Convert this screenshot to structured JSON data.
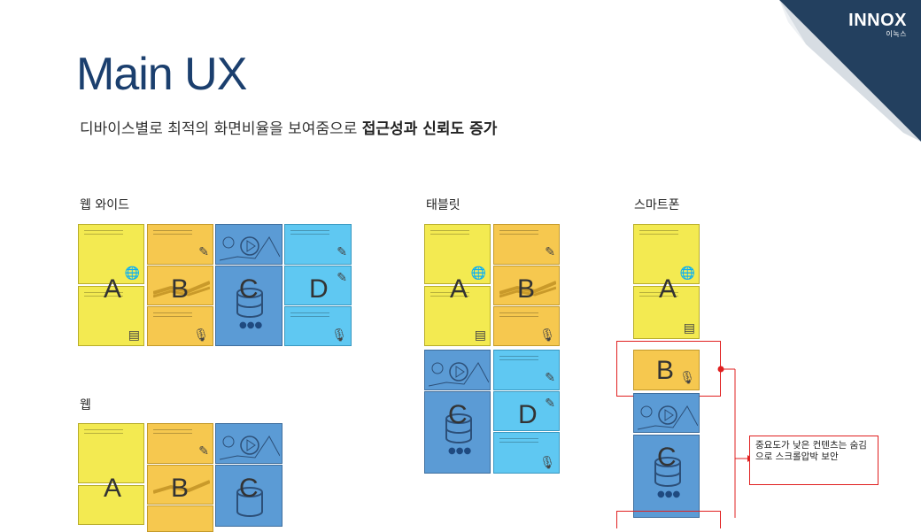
{
  "title": "Main UX",
  "subtitle": {
    "normal": "디바이스별로 최적의 화면비율을 보여줌으로 ",
    "bold": "접근성과 신뢰도 증가"
  },
  "logo": {
    "name": "INNOX",
    "sub": "이녹스"
  },
  "sections": {
    "web_wide": "웹 와이드",
    "web": "웹",
    "tablet": "태블릿",
    "smartphone": "스마트폰"
  },
  "letters": {
    "a": "A",
    "b": "B",
    "c": "C",
    "d": "D"
  },
  "note": "중요도가 낮은 컨텐츠는 숨김으로 스크롤압박 보안",
  "colors": {
    "yellow": "#f3ea51",
    "orange": "#f6c84f",
    "blue": "#5b9bd5",
    "cyan": "#5fc8f2",
    "title": "#1b3f6e",
    "accent_red": "#e02020"
  }
}
